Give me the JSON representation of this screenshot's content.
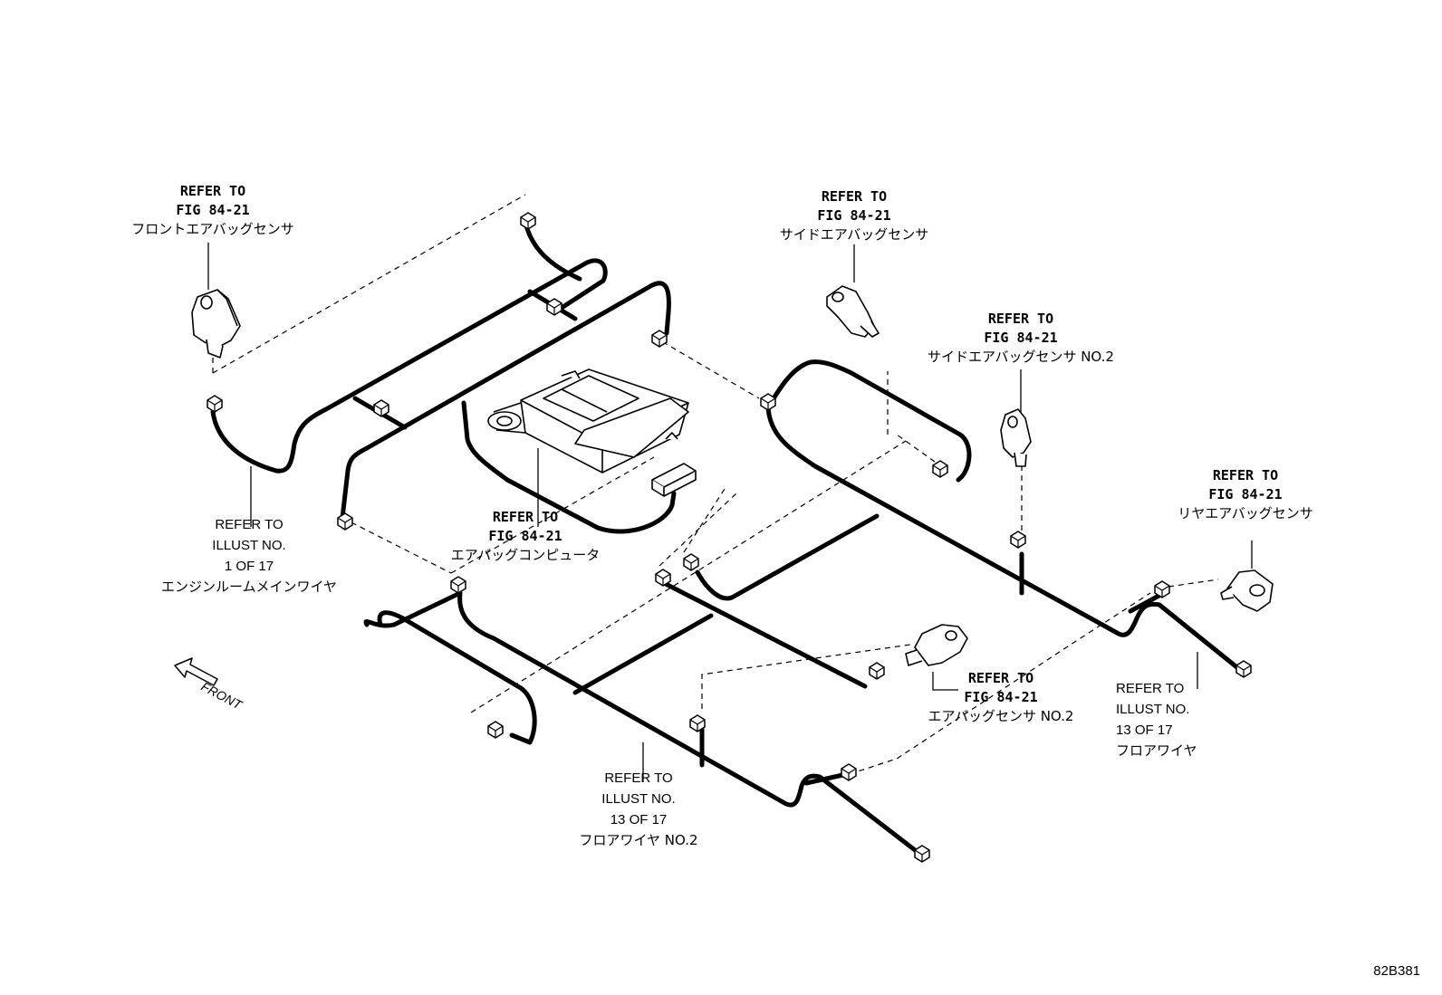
{
  "diagram_code": "82B381",
  "front_label": "FRONT",
  "callouts": {
    "front_airbag_sensor": {
      "ref1": "REFER TO",
      "ref2": "FIG 84-21",
      "name": "フロントエアバッグセンサ"
    },
    "side_airbag_sensor": {
      "ref1": "REFER TO",
      "ref2": "FIG 84-21",
      "name": "サイドエアバッグセンサ"
    },
    "side_airbag_sensor_no2": {
      "ref1": "REFER TO",
      "ref2": "FIG 84-21",
      "name": "サイドエアバッグセンサ NO.2"
    },
    "rear_airbag_sensor": {
      "ref1": "REFER TO",
      "ref2": "FIG 84-21",
      "name": "リヤエアバッグセンサ"
    },
    "airbag_computer": {
      "ref1": "REFER TO",
      "ref2": "FIG 84-21",
      "name": "エアバッグコンピュータ"
    },
    "airbag_sensor_no2": {
      "ref1": "REFER TO",
      "ref2": "FIG 84-21",
      "name": "エアバッグセンサ NO.2"
    },
    "engine_room_main_wire": {
      "l1": "REFER TO",
      "l2": "ILLUST NO.",
      "l3": "1 OF 17",
      "name": "エンジンルームメインワイヤ"
    },
    "floor_wire_no2": {
      "l1": "REFER TO",
      "l2": "ILLUST NO.",
      "l3": "13 OF 17",
      "name": "フロアワイヤ NO.2"
    },
    "floor_wire": {
      "l1": "REFER TO",
      "l2": "ILLUST NO.",
      "l3": "13 OF 17",
      "name": "フロアワイヤ"
    }
  }
}
